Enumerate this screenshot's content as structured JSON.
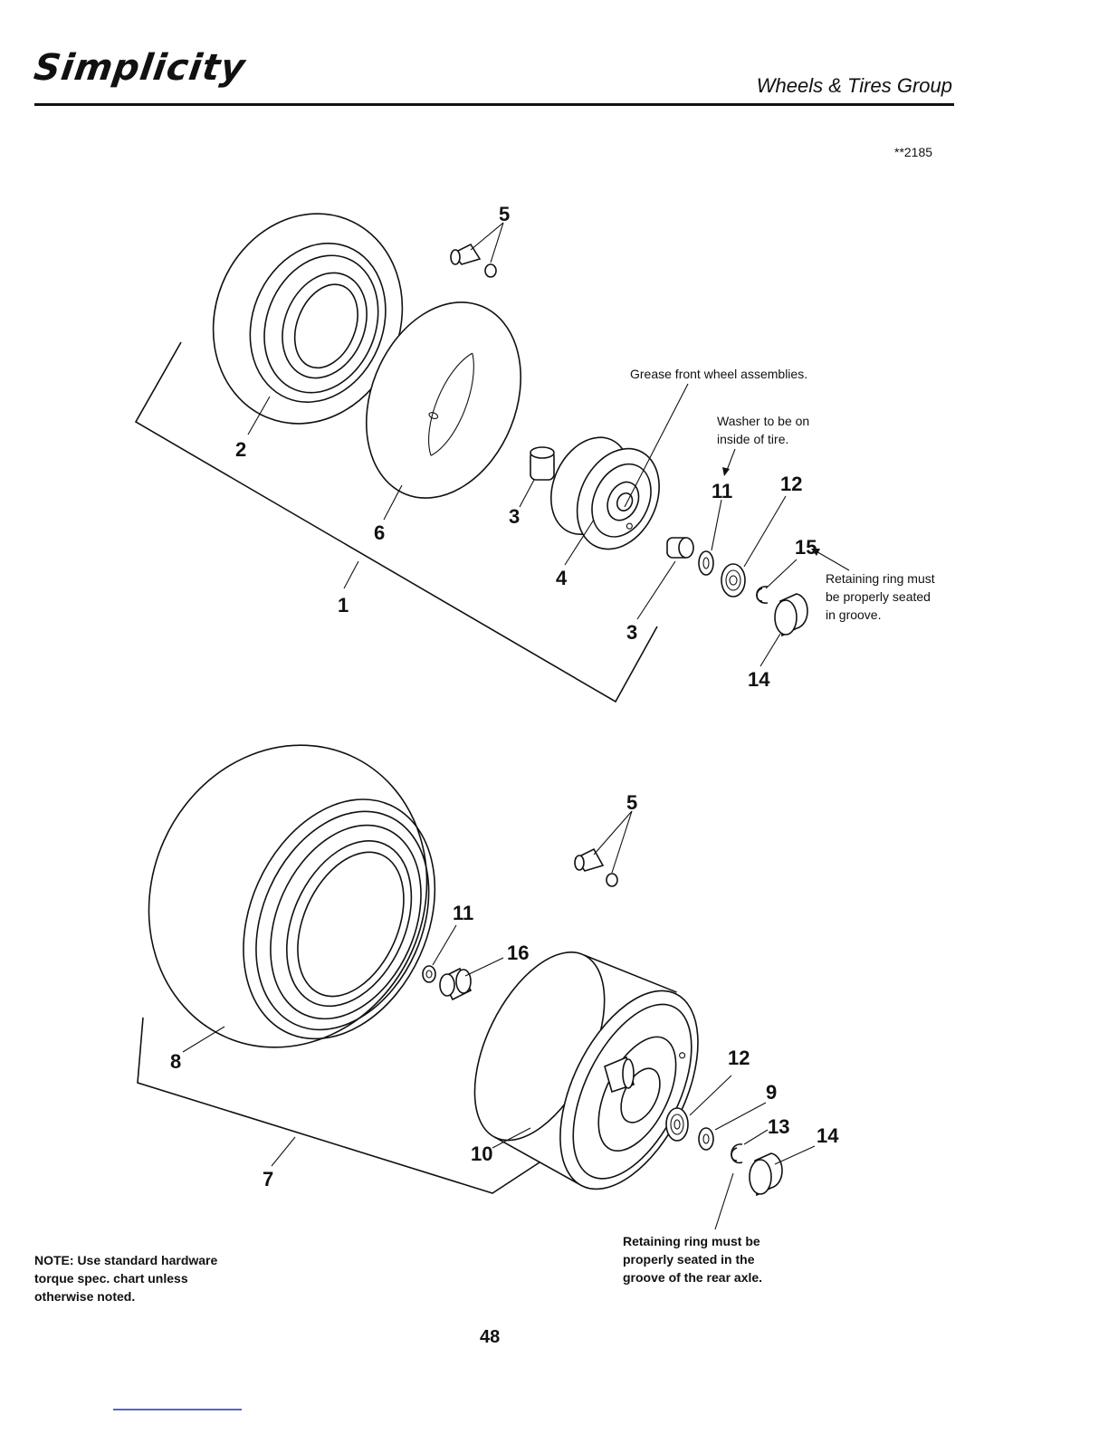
{
  "header": {
    "brand": "Simplicity",
    "group_title": "Wheels & Tires Group",
    "doc_number": "**2185"
  },
  "front_assembly": {
    "callouts": {
      "c1": "1",
      "c2": "2",
      "c3a": "3",
      "c3b": "3",
      "c4": "4",
      "c5": "5",
      "c6": "6",
      "c11": "11",
      "c12": "12",
      "c14": "14",
      "c15": "15"
    },
    "notes": {
      "grease": "Grease front wheel assemblies.",
      "washer_line1": "Washer to be on",
      "washer_line2": "inside of tire.",
      "retaining_line1": "Retaining ring must",
      "retaining_line2": "be properly seated",
      "retaining_line3": "in groove."
    }
  },
  "rear_assembly": {
    "callouts": {
      "c5": "5",
      "c7": "7",
      "c8": "8",
      "c9": "9",
      "c10": "10",
      "c11": "11",
      "c12": "12",
      "c13": "13",
      "c14": "14",
      "c16": "16"
    },
    "notes": {
      "retaining_line1": "Retaining ring must be",
      "retaining_line2": "properly seated in the",
      "retaining_line3": "groove of the rear axle."
    }
  },
  "footer": {
    "note_line1": "NOTE: Use standard hardware",
    "note_line2": "torque spec. chart unless",
    "note_line3": "otherwise noted.",
    "page_number": "48"
  }
}
